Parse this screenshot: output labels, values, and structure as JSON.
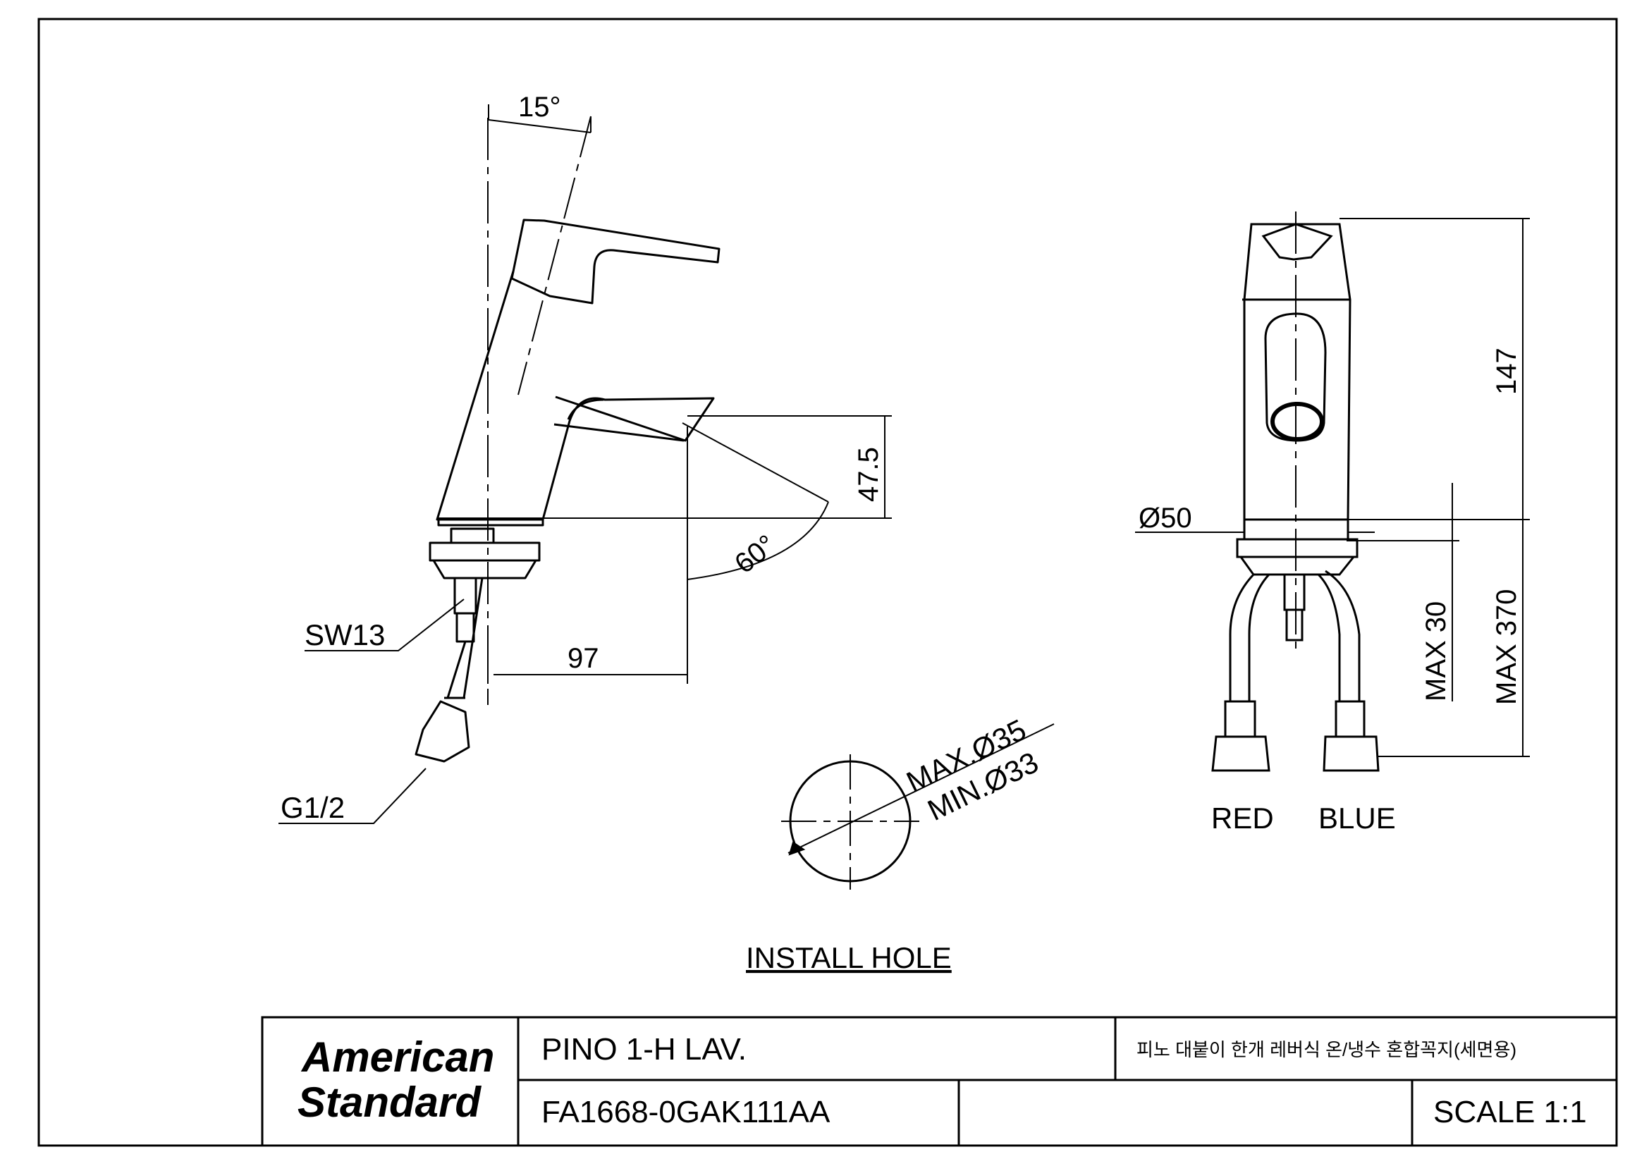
{
  "front_view": {
    "angle_top": "15°",
    "angle_spout": "60°",
    "height_dim": "47.5",
    "reach_dim": "97",
    "wrench_label": "SW13",
    "thread_label": "G1/2"
  },
  "install_hole": {
    "max_label": "MAX.Ø35",
    "min_label": "MIN.Ø33",
    "caption": "INSTALL HOLE"
  },
  "side_view": {
    "diameter": "Ø50",
    "height": "147",
    "max_thickness": "MAX 30",
    "max_hose": "MAX 370",
    "hot_label": "RED",
    "cold_label": "BLUE"
  },
  "title_block": {
    "brand_line1": "American",
    "brand_line2": "Standard",
    "product_name": "PINO 1-H LAV.",
    "product_name_kr": "피노 대붙이 한개 레버식 온/냉수 혼합꼭지(세면용)",
    "model_code": "FA1668-0GAK111AA",
    "scale": "SCALE 1:1"
  }
}
